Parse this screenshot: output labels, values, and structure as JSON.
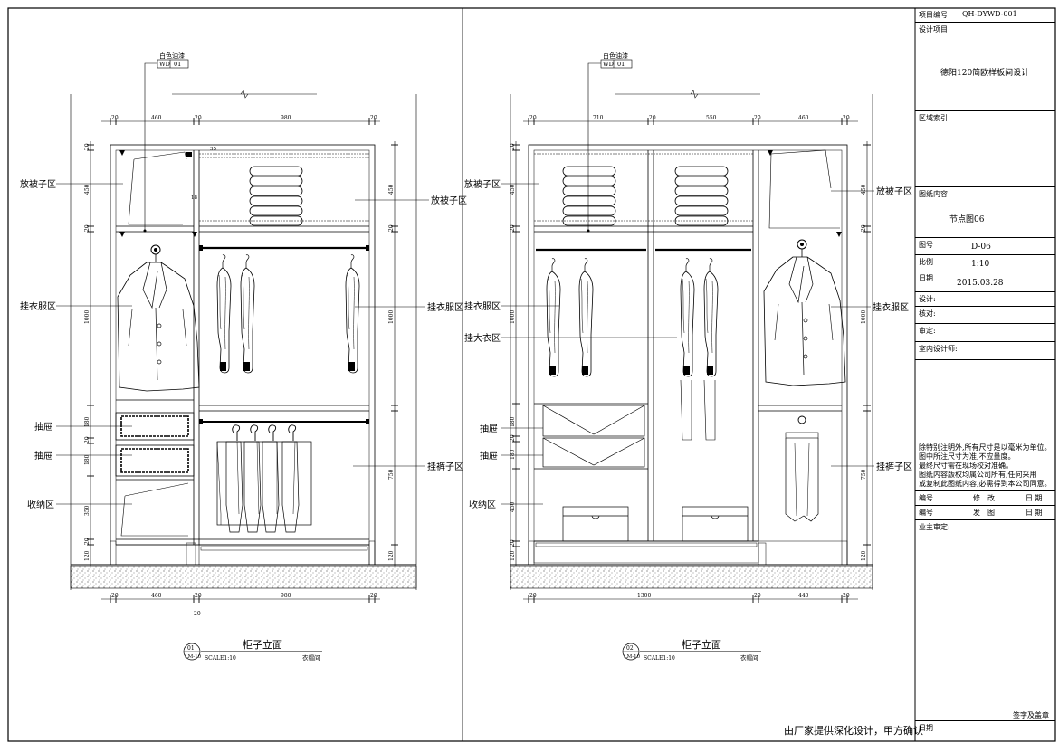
{
  "title_block": {
    "project_no_label": "项目编号",
    "project_no": "QH-DYWD-001",
    "design_project_label": "设计项目",
    "design_project": "德阳120简欧样板间设计",
    "area_index_label": "区域索引",
    "drawing_content_label": "图纸内容",
    "drawing_content": "节点图06",
    "drawing_no_label": "图号",
    "drawing_no": "D-06",
    "scale_label": "比例",
    "scale": "1:10",
    "date_label": "日期",
    "date": "2015.03.28",
    "design_label": "设计:",
    "check_label": "核对:",
    "approve_label": "审定:",
    "designer_label": "室内设计师:",
    "notes": [
      "除特别注明外,所有尺寸是以毫米为单位。",
      "图中所注尺寸为准,不应量度。",
      "最终尺寸需在现场校对准确。",
      "图纸内容版权均属公司所有,任何采用",
      "或复制此图纸内容,必需得到本公司同意。"
    ],
    "rev_no_label": "编号",
    "rev_label": "修　改",
    "rev_date_label": "日 期",
    "issue_no_label": "编号",
    "issue_label": "发　图",
    "issue_date_label": "日 期",
    "owner_label": "业主审定:",
    "sign_label": "签字及盖章",
    "sign_date_label": "日期"
  },
  "bottom_note": "由厂家提供深化设计，甲方确认",
  "elevations": [
    {
      "material_label": "白色油漆",
      "material_code": "WD",
      "material_no": "01",
      "caption": "柜子立面",
      "caption_no": "01",
      "caption_ref": "LM-10",
      "scale_text": "SCALE1:10",
      "room": "衣帽间",
      "top_dims": [
        "20",
        "460",
        "20",
        "980",
        "20"
      ],
      "bottom_dims": [
        "20",
        "460",
        "20",
        "980",
        "20"
      ],
      "bottom_extra": "20",
      "left_dims": [
        "20",
        "450",
        "20",
        "1000",
        "180",
        "20",
        "180",
        "350",
        "20",
        "120"
      ],
      "right_dims": [
        "450",
        "20",
        "1000",
        "750",
        "120"
      ],
      "labels_left": [
        "放被子区",
        "挂衣服区",
        "抽屉",
        "抽屉",
        "收纳区"
      ],
      "labels_right": [
        "放被子区",
        "挂衣服区",
        "挂裤子区"
      ],
      "inner_dims": [
        "35",
        "18"
      ]
    },
    {
      "material_label": "白色油漆",
      "material_code": "WD",
      "material_no": "01",
      "caption": "柜子立面",
      "caption_no": "02",
      "caption_ref": "LM-10",
      "scale_text": "SCALE1:10",
      "room": "衣帽间",
      "top_dims": [
        "20",
        "710",
        "20",
        "550",
        "20",
        "460",
        "20"
      ],
      "bottom_dims": [
        "20",
        "1300",
        "20",
        "440",
        "20"
      ],
      "left_dims": [
        "20",
        "450",
        "20",
        "1000",
        "180",
        "20",
        "180",
        "450",
        "20",
        "120"
      ],
      "right_dims": [
        "450",
        "20",
        "1000",
        "750",
        "120"
      ],
      "labels_left": [
        "放被子区",
        "挂衣服区",
        "挂大衣区",
        "抽屉",
        "抽屉",
        "收纳区"
      ],
      "labels_right": [
        "放被子区",
        "挂衣服区",
        "挂裤子区"
      ]
    }
  ]
}
